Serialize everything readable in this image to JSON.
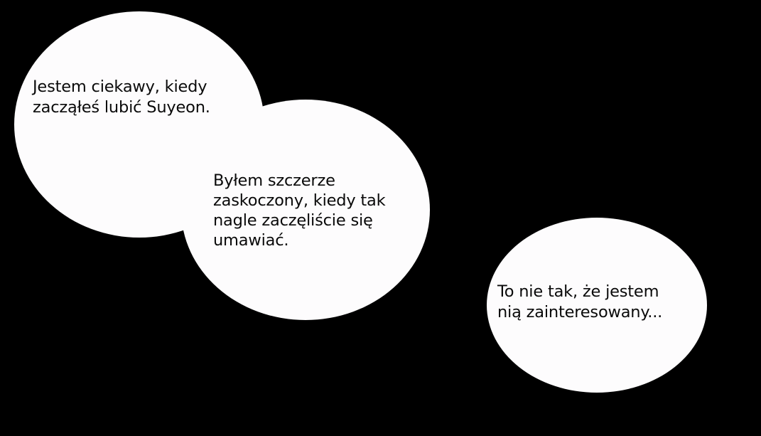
{
  "bubbles": [
    {
      "text": "Jestem ciekawy, kiedy\nzacząłeś lubić Suyeon."
    },
    {
      "text": "Byłem szczerze\nzaskoczony, kiedy tak\nnagle zaczęliście się\numawiać."
    },
    {
      "text": "To nie tak, że jestem\nnią zainteresowany..."
    }
  ],
  "colors": {
    "background": "#000000",
    "bubble_fill": "#fdfcfd",
    "text": "#0a0a0a"
  }
}
